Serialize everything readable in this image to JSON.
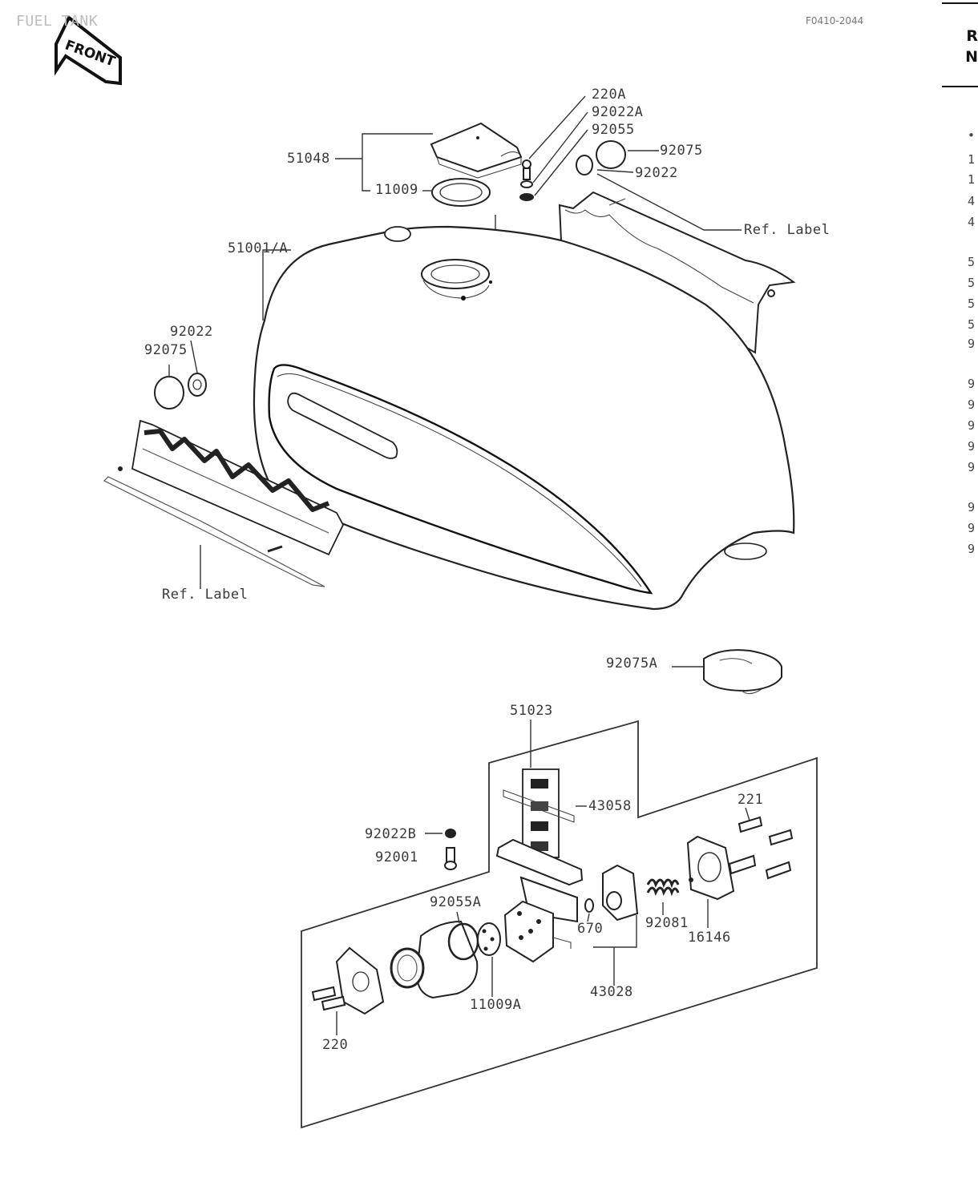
{
  "header": {
    "section_title": "FUEL TANK",
    "ref_number": "F0410-2044",
    "front_badge": "FRONT",
    "side_header": [
      "R",
      "N"
    ]
  },
  "callouts": {
    "c220A": "220A",
    "c92022A": "92022A",
    "c92055": "92055",
    "c92075_top": "92075",
    "c92022_top": "92022",
    "c51048": "51048",
    "c11009": "11009",
    "c51001A": "51001/A",
    "ref_label_top": "Ref. Label",
    "c92022_left": "92022",
    "c92075_left": "92075",
    "ref_label_bottom": "Ref. Label",
    "c92075A": "92075A",
    "c51023": "51023",
    "c43058": "43058",
    "c92022B": "92022B",
    "c92001": "92001",
    "c221": "221",
    "c92055A": "92055A",
    "c670": "670",
    "c92081": "92081",
    "c16146": "16146",
    "c11009A": "11009A",
    "c43028": "43028",
    "c220": "220"
  },
  "side_index": [
    "•",
    "1",
    "1",
    "4",
    "4",
    "5",
    "5",
    "5",
    "5",
    "9",
    "9",
    "9",
    "9",
    "9",
    "9",
    "9",
    "9",
    "9"
  ]
}
